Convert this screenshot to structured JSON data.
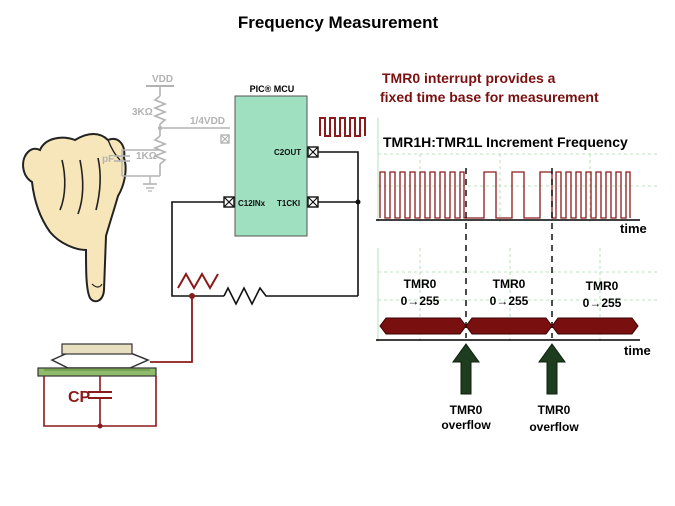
{
  "title": "Frequency Measurement",
  "circuit": {
    "vdd_label": "VDD",
    "r_top_label": "3KΩ",
    "r_bottom_label": "1KΩ",
    "cap_label": "pF",
    "quarter_vdd_label": "1/4VDD",
    "mcu_label": "PIC® MCU",
    "pin_c2out": "C2OUT",
    "pin_c12inx": "C12INx",
    "pin_t1cki": "T1CKI",
    "cp_label": "CP"
  },
  "annotation": {
    "line1": "TMR0 interrupt provides a",
    "line2": "fixed time base for measurement"
  },
  "timing": {
    "counter_header": "TMR1H:TMR1L Increment Frequency",
    "time_label_top": "time",
    "time_label_bottom": "time",
    "segments": [
      {
        "name": "TMR0",
        "range": "0→255"
      },
      {
        "name": "TMR0",
        "range": "0→255"
      },
      {
        "name": "TMR0",
        "range": "0→255"
      }
    ],
    "overflow_markers": [
      {
        "line1": "TMR0",
        "line2": "overflow"
      },
      {
        "line1": "TMR0",
        "line2": "overflow"
      }
    ]
  },
  "colors": {
    "wave_red": "#8b1a1a",
    "segment_fill": "#7a0f0f",
    "arrow_green": "#1e3d1e",
    "mcu_fill": "#9fe0c0",
    "grid_green": "#a8d8a8",
    "pcb_green": "#8fbc6a",
    "pad_fill": "#e8dfc0"
  }
}
